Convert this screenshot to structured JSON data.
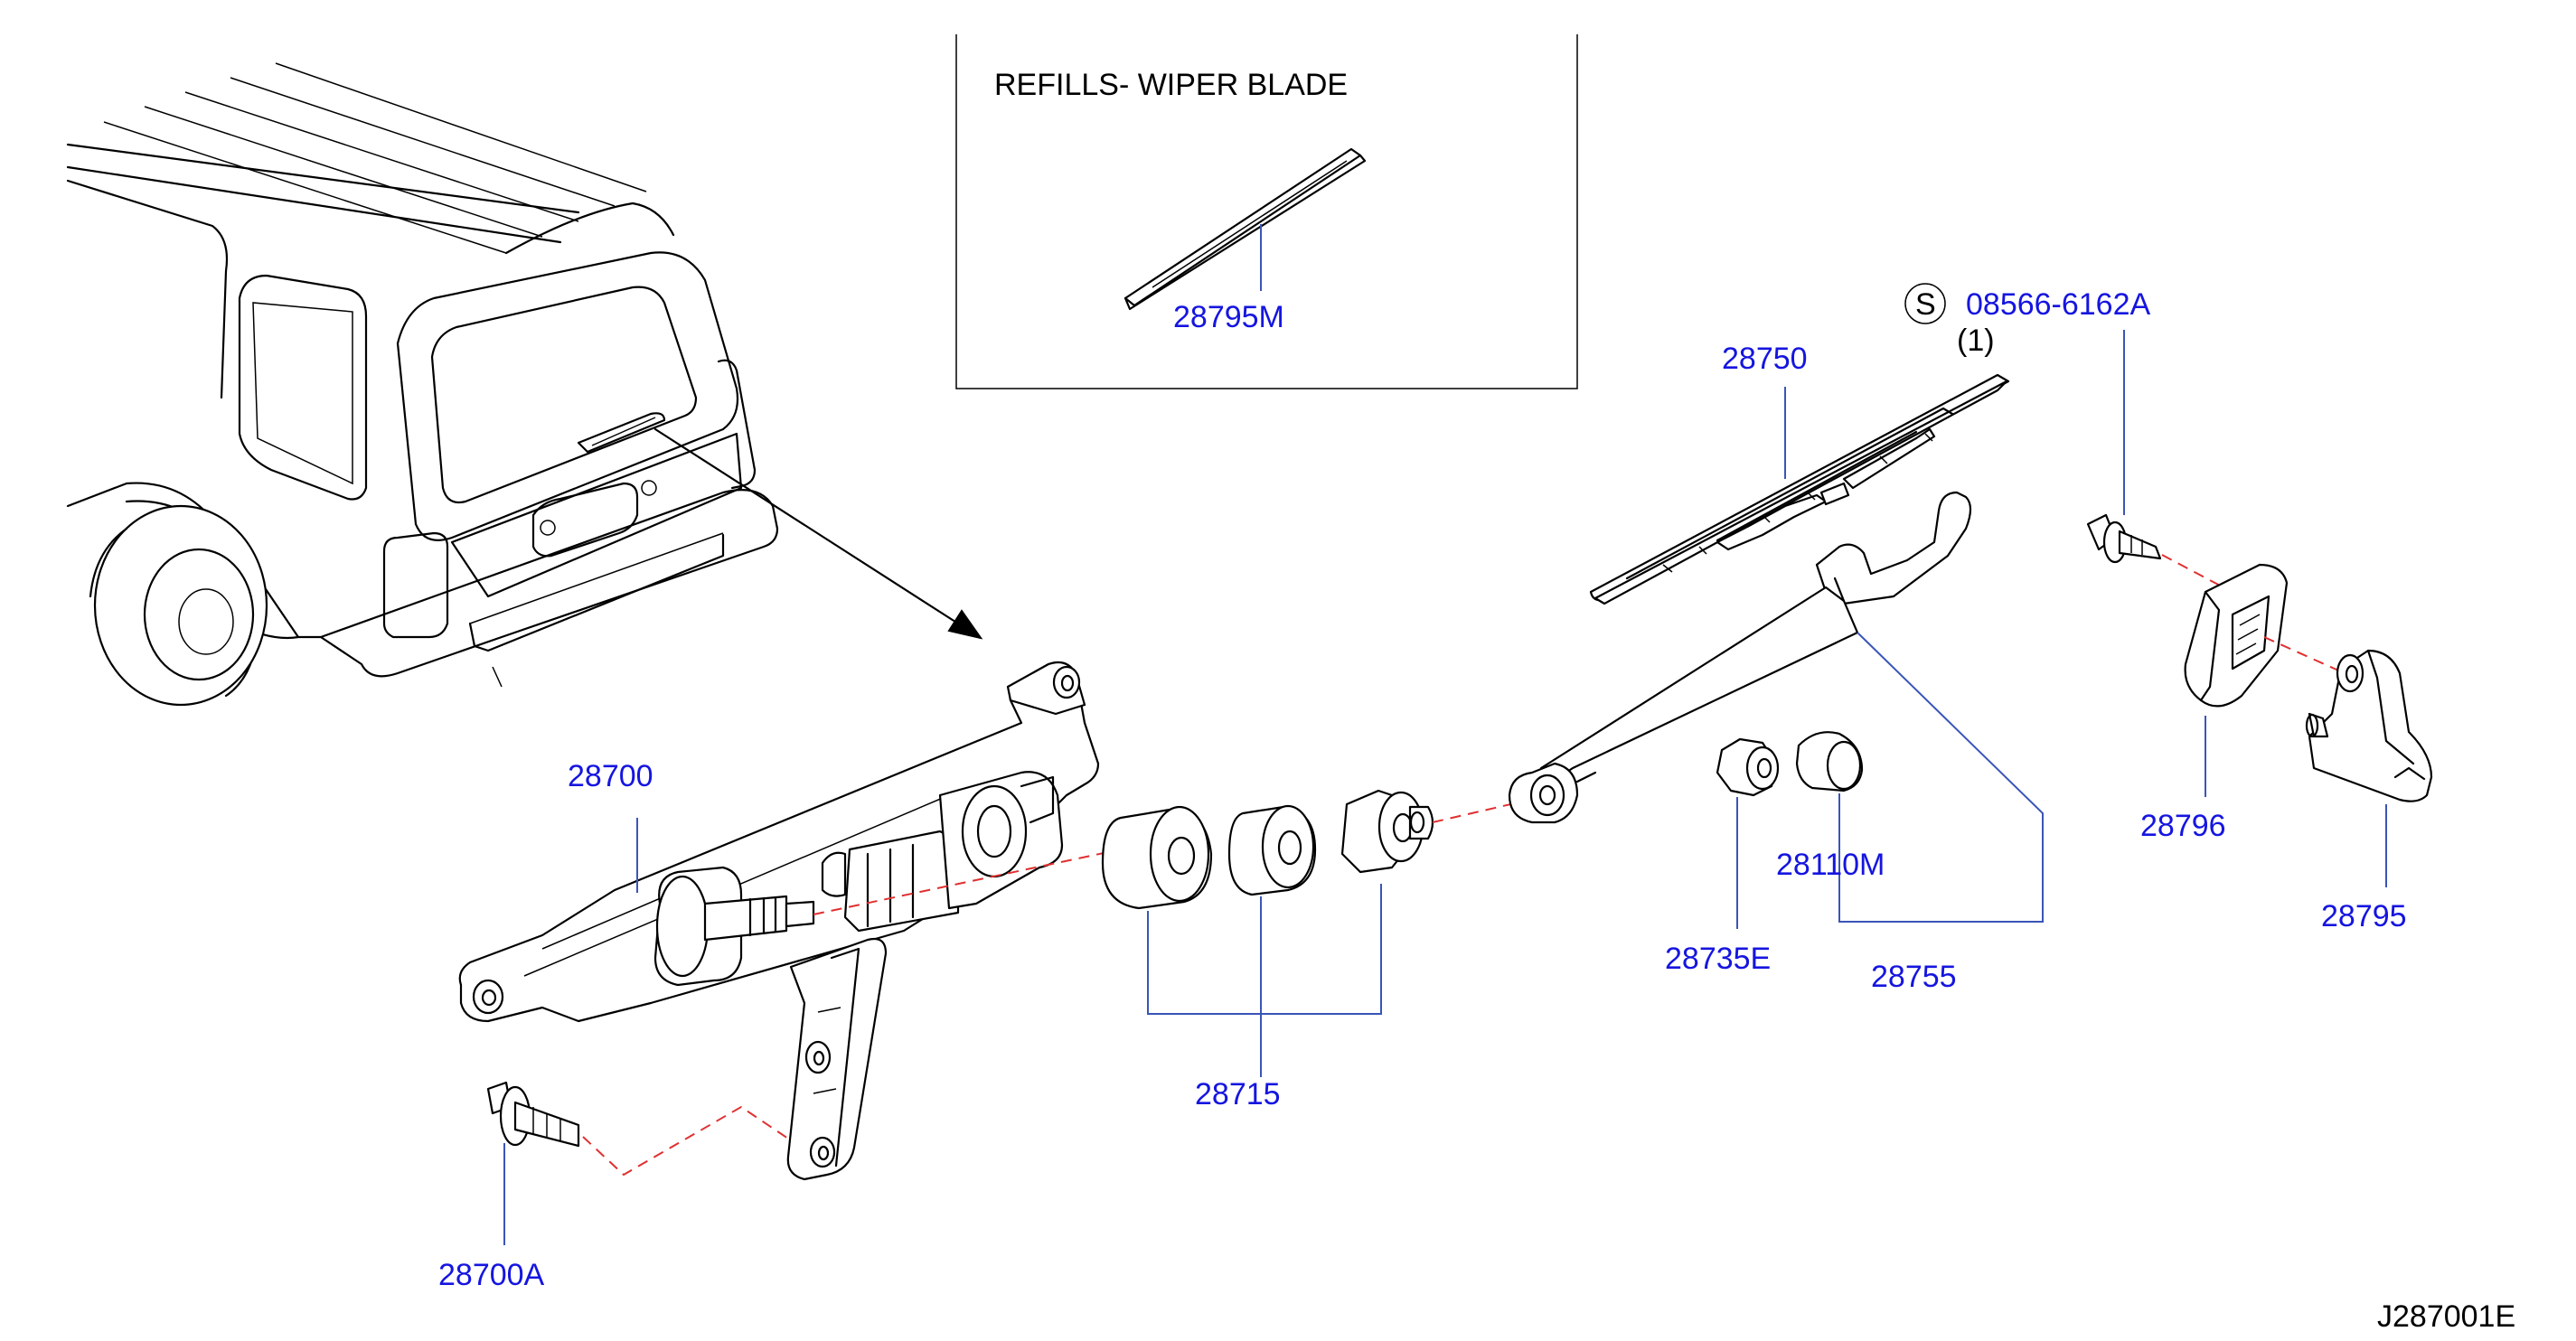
{
  "inset": {
    "title": "REFILLS-  WIPER  BLADE",
    "part": "28795M"
  },
  "parts": {
    "p28700": "28700",
    "p28700A": "28700A",
    "p28715": "28715",
    "p28750": "28750",
    "p28755": "28755",
    "p28735E": "28735E",
    "p28110M": "28110M",
    "p28796": "28796",
    "p28795": "28795",
    "screw": "08566-6162A",
    "screw_symbol": "S",
    "screw_qty": "(1)"
  },
  "diagram_id": "J287001E",
  "colors": {
    "part_number": "#1515e0",
    "leader_line": "#3a55b8",
    "alignment_dash": "#e03030",
    "line_art": "#000000"
  }
}
